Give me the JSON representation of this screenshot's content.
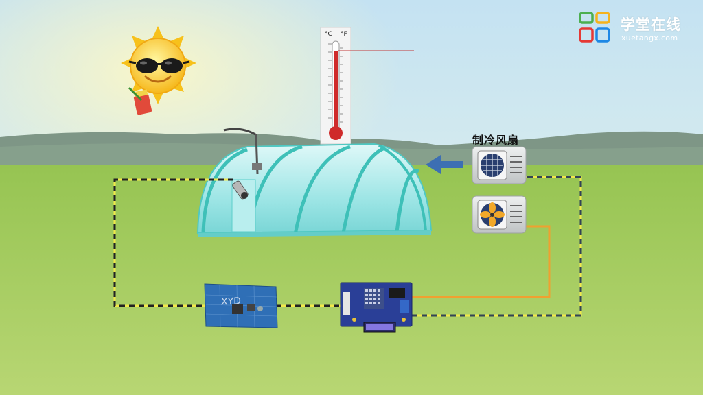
{
  "brand": {
    "name": "学堂在线",
    "url": "xuetangx.com"
  },
  "fan_label": "制冷风扇",
  "thermometer": {
    "unit_c": "°C",
    "unit_f": "°F"
  },
  "board_text": "XYD",
  "colors": {
    "sky_top": "#c9e4f1",
    "grass": "#a8cf63",
    "wire_dash_dark": "#222222",
    "wire_dash_yellow": "#f2e84a",
    "wire_orange": "#f0a030",
    "arrow": "#3d6fb3"
  },
  "icons": [
    "sun-icon",
    "sunglasses-icon",
    "thermometer-icon",
    "greenhouse-icon",
    "fan-icon",
    "arrow-left-icon",
    "sensor-icon",
    "controller-board-icon",
    "relay-board-icon",
    "logo-icon"
  ]
}
